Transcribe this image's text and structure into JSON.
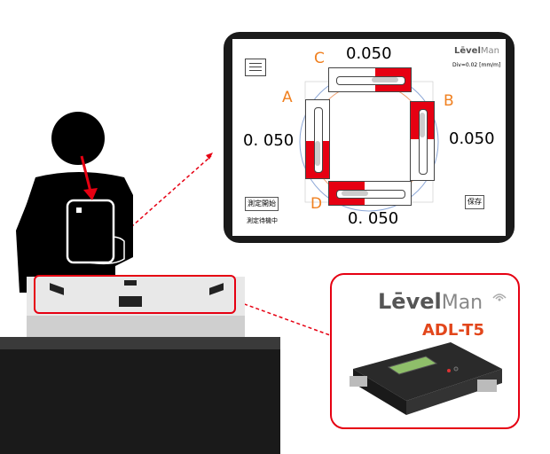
{
  "app": {
    "brand": {
      "level": "Lēvel",
      "man": "Man"
    },
    "division": "Div=0.02 [mm/m]",
    "menu_icon": "hamburger-icon",
    "start_button": "測定開始",
    "save_button": "保存",
    "status": "測定待機中"
  },
  "vials": [
    {
      "id": "C",
      "label": "C",
      "value": "0.050",
      "orientation": "horizontal",
      "bubble_fraction": 0.72
    },
    {
      "id": "A",
      "label": "A",
      "value": "0. 050",
      "orientation": "vertical",
      "bubble_fraction": 0.7
    },
    {
      "id": "B",
      "label": "B",
      "value": "0.050",
      "orientation": "vertical",
      "bubble_fraction": 0.3
    },
    {
      "id": "D",
      "label": "D",
      "value": "0. 050",
      "orientation": "horizontal",
      "bubble_fraction": 0.28
    }
  ],
  "callout": {
    "brand": {
      "level": "Lēvel",
      "man": "Man"
    },
    "model": "ADL-T5",
    "wifi_icon": "wireless-signal-icon"
  },
  "colors": {
    "highlight": "#e60012",
    "accent_label": "#f08020",
    "vial_red": "#e60012",
    "model_text": "#e2461b"
  }
}
